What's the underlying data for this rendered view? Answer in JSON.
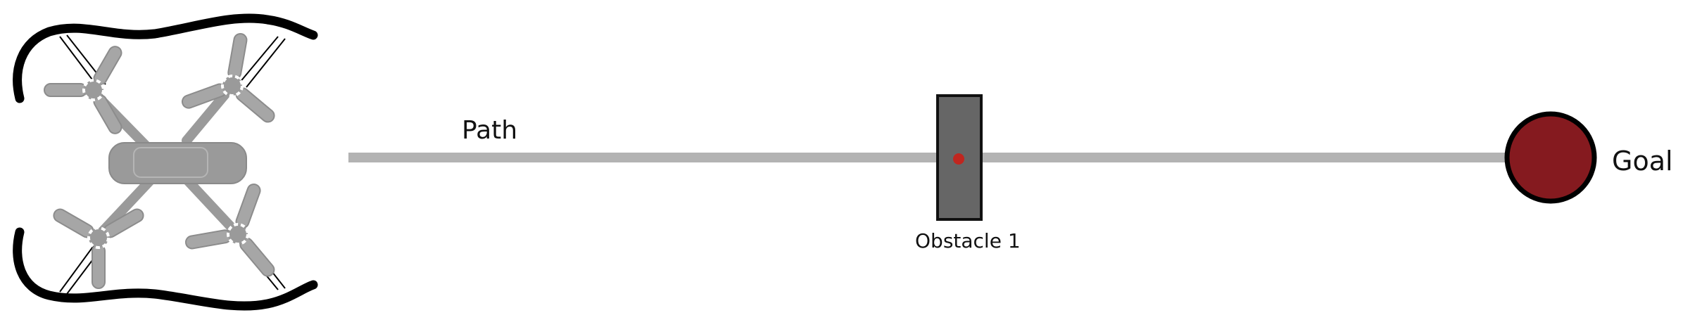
{
  "diagram": {
    "path_label": "Path",
    "obstacle_label": "Obstacle 1",
    "goal_label": "Goal"
  },
  "colors": {
    "path_line": "#b3b3b3",
    "obstacle_fill": "#666666",
    "obstacle_stroke": "#111111",
    "obstacle_marker": "#c0261f",
    "goal_fill": "#851a1f",
    "goal_stroke": "#000000",
    "drone_body": "#9a9a9a",
    "drone_bumper": "#000000"
  },
  "icons": {
    "drone": "quadcopter-top-view-icon"
  }
}
